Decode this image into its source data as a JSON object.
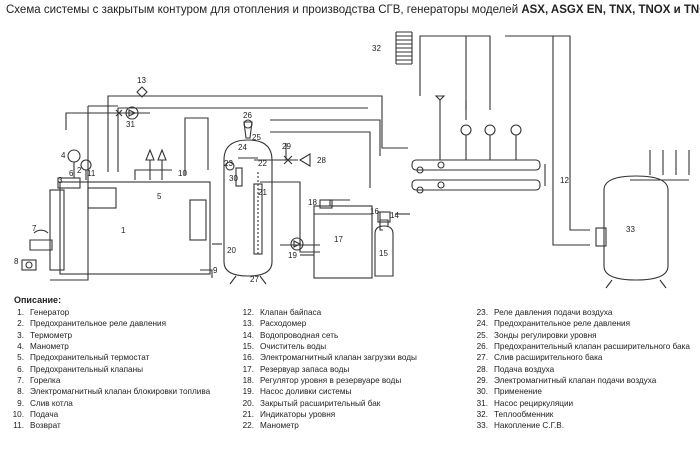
{
  "title": {
    "prefix": "Схема системы с закрытым контуром для отопления и производства СГВ, генераторы моделей",
    "models": "ASX, ASGX EN, TNX, TNOX и TNOX.e"
  },
  "labels": {
    "n1": "1",
    "n2": "2",
    "n3": "3",
    "n4": "4",
    "n5": "5",
    "n6": "6",
    "n7": "7",
    "n8": "8",
    "n9": "9",
    "n10": "10",
    "n11": "11",
    "n12": "12",
    "n13": "13",
    "n14": "14",
    "n15": "15",
    "n16": "16",
    "n17": "17",
    "n18": "18",
    "n19": "19",
    "n20": "20",
    "n21": "21",
    "n22": "22",
    "n23": "23",
    "n24": "24",
    "n25": "25",
    "n26": "26",
    "n27": "27",
    "n28": "28",
    "n29": "29",
    "n30": "30",
    "n31": "31",
    "n32": "32",
    "n33": "33"
  },
  "description": {
    "heading": "Описание:",
    "col1": [
      {
        "n": "1.",
        "t": "Генератор"
      },
      {
        "n": "2.",
        "t": "Предохранительное реле давления"
      },
      {
        "n": "3.",
        "t": "Термометр"
      },
      {
        "n": "4.",
        "t": "Манометр"
      },
      {
        "n": "5.",
        "t": "Предохранительный термостат"
      },
      {
        "n": "6.",
        "t": "Предохранительный клапаны"
      },
      {
        "n": "7.",
        "t": "Горелка"
      },
      {
        "n": "8.",
        "t": "Электромагнитный клапан блокировки топлива"
      },
      {
        "n": "9.",
        "t": "Слив котла"
      },
      {
        "n": "10.",
        "t": "Подача"
      },
      {
        "n": "11.",
        "t": "Возврат"
      }
    ],
    "col2": [
      {
        "n": "12.",
        "t": "Клапан байпаса"
      },
      {
        "n": "13.",
        "t": "Расходомер"
      },
      {
        "n": "14.",
        "t": "Водопроводная сеть"
      },
      {
        "n": "15.",
        "t": "Очиститель воды"
      },
      {
        "n": "16.",
        "t": "Электромагнитный клапан загрузки воды"
      },
      {
        "n": "17.",
        "t": "Резервуар запаса воды"
      },
      {
        "n": "18.",
        "t": "Регулятор уровня в резервуаре воды"
      },
      {
        "n": "19.",
        "t": "Насос доливки системы"
      },
      {
        "n": "20.",
        "t": "Закрытый расширительный бак"
      },
      {
        "n": "21.",
        "t": "Индикаторы уровня"
      },
      {
        "n": "22.",
        "t": "Манометр"
      }
    ],
    "col3": [
      {
        "n": "23.",
        "t": "Реле давления подачи воздуха"
      },
      {
        "n": "24.",
        "t": "Предохранительное реле давления"
      },
      {
        "n": "25.",
        "t": "Зонды регулировки уровня"
      },
      {
        "n": "26.",
        "t": "Предохранительный клапан расширительного бака"
      },
      {
        "n": "27.",
        "t": "Слив расширительного бака"
      },
      {
        "n": "28.",
        "t": "Подача воздуха"
      },
      {
        "n": "29.",
        "t": "Электромагнитный клапан подачи воздуха"
      },
      {
        "n": "30.",
        "t": "Применение"
      },
      {
        "n": "31.",
        "t": "Насос рециркуляции"
      },
      {
        "n": "32.",
        "t": "Теплообменник"
      },
      {
        "n": "33.",
        "t": "Накопление С.Г.В."
      }
    ]
  }
}
